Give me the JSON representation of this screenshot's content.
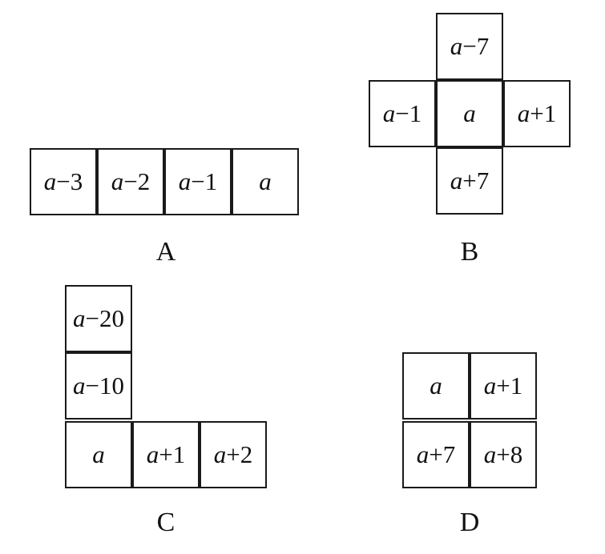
{
  "figures": [
    {
      "label": "A",
      "cells": [
        {
          "var": "a",
          "rest": "−3"
        },
        {
          "var": "a",
          "rest": "−2"
        },
        {
          "var": "a",
          "rest": "−1"
        },
        {
          "var": "a",
          "rest": ""
        }
      ]
    },
    {
      "label": "B",
      "cells": [
        {
          "var": "a",
          "rest": "−7"
        },
        {
          "var": "a",
          "rest": "−1"
        },
        {
          "var": "a",
          "rest": ""
        },
        {
          "var": "a",
          "rest": "+1"
        },
        {
          "var": "a",
          "rest": "+7"
        }
      ]
    },
    {
      "label": "C",
      "cells": [
        {
          "var": "a",
          "rest": "−20"
        },
        {
          "var": "a",
          "rest": "−10"
        },
        {
          "var": "a",
          "rest": ""
        },
        {
          "var": "a",
          "rest": "+1"
        },
        {
          "var": "a",
          "rest": "+2"
        }
      ]
    },
    {
      "label": "D",
      "cells": [
        {
          "var": "a",
          "rest": ""
        },
        {
          "var": "a",
          "rest": "+1"
        },
        {
          "var": "a",
          "rest": "+7"
        },
        {
          "var": "a",
          "rest": "+8"
        }
      ]
    }
  ]
}
